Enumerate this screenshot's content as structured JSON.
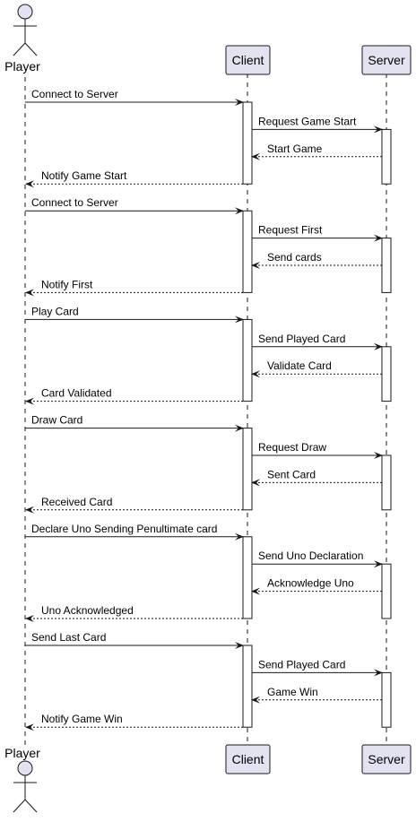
{
  "participants": [
    {
      "id": "player",
      "label": "Player",
      "kind": "actor"
    },
    {
      "id": "client",
      "label": "Client",
      "kind": "participant"
    },
    {
      "id": "server",
      "label": "Server",
      "kind": "participant"
    }
  ],
  "colors": {
    "participant_fill": "#e2e2f0",
    "participant_stroke": "#181818",
    "lifeline": "#181818",
    "activation_fill": "#ffffff",
    "text": "#000000"
  },
  "messages": [
    {
      "from": "player",
      "to": "client",
      "label": "Connect to Server",
      "kind": "sync"
    },
    {
      "from": "client",
      "to": "server",
      "label": "Request Game Start",
      "kind": "sync"
    },
    {
      "from": "server",
      "to": "client",
      "label": "Start Game",
      "kind": "return"
    },
    {
      "from": "client",
      "to": "player",
      "label": "Notify Game Start",
      "kind": "return"
    },
    {
      "from": "player",
      "to": "client",
      "label": "Connect to Server",
      "kind": "sync"
    },
    {
      "from": "client",
      "to": "server",
      "label": "Request First",
      "kind": "sync"
    },
    {
      "from": "server",
      "to": "client",
      "label": "Send cards",
      "kind": "return"
    },
    {
      "from": "client",
      "to": "player",
      "label": "Notify First",
      "kind": "return"
    },
    {
      "from": "player",
      "to": "client",
      "label": "Play Card",
      "kind": "sync"
    },
    {
      "from": "client",
      "to": "server",
      "label": "Send Played Card",
      "kind": "sync"
    },
    {
      "from": "server",
      "to": "client",
      "label": "Validate Card",
      "kind": "return"
    },
    {
      "from": "client",
      "to": "player",
      "label": "Card Validated",
      "kind": "return"
    },
    {
      "from": "player",
      "to": "client",
      "label": "Draw Card",
      "kind": "sync"
    },
    {
      "from": "client",
      "to": "server",
      "label": "Request Draw",
      "kind": "sync"
    },
    {
      "from": "server",
      "to": "client",
      "label": "Sent Card",
      "kind": "return"
    },
    {
      "from": "client",
      "to": "player",
      "label": "Received Card",
      "kind": "return"
    },
    {
      "from": "player",
      "to": "client",
      "label": "Declare Uno Sending Penultimate card",
      "kind": "sync"
    },
    {
      "from": "client",
      "to": "server",
      "label": "Send Uno Declaration",
      "kind": "sync"
    },
    {
      "from": "server",
      "to": "client",
      "label": "Acknowledge Uno",
      "kind": "return"
    },
    {
      "from": "client",
      "to": "player",
      "label": "Uno Acknowledged",
      "kind": "return"
    },
    {
      "from": "player",
      "to": "client",
      "label": "Send Last Card",
      "kind": "sync"
    },
    {
      "from": "client",
      "to": "server",
      "label": "Send Played Card",
      "kind": "sync"
    },
    {
      "from": "server",
      "to": "client",
      "label": "Game Win",
      "kind": "return"
    },
    {
      "from": "client",
      "to": "player",
      "label": "Notify Game Win",
      "kind": "return"
    }
  ]
}
